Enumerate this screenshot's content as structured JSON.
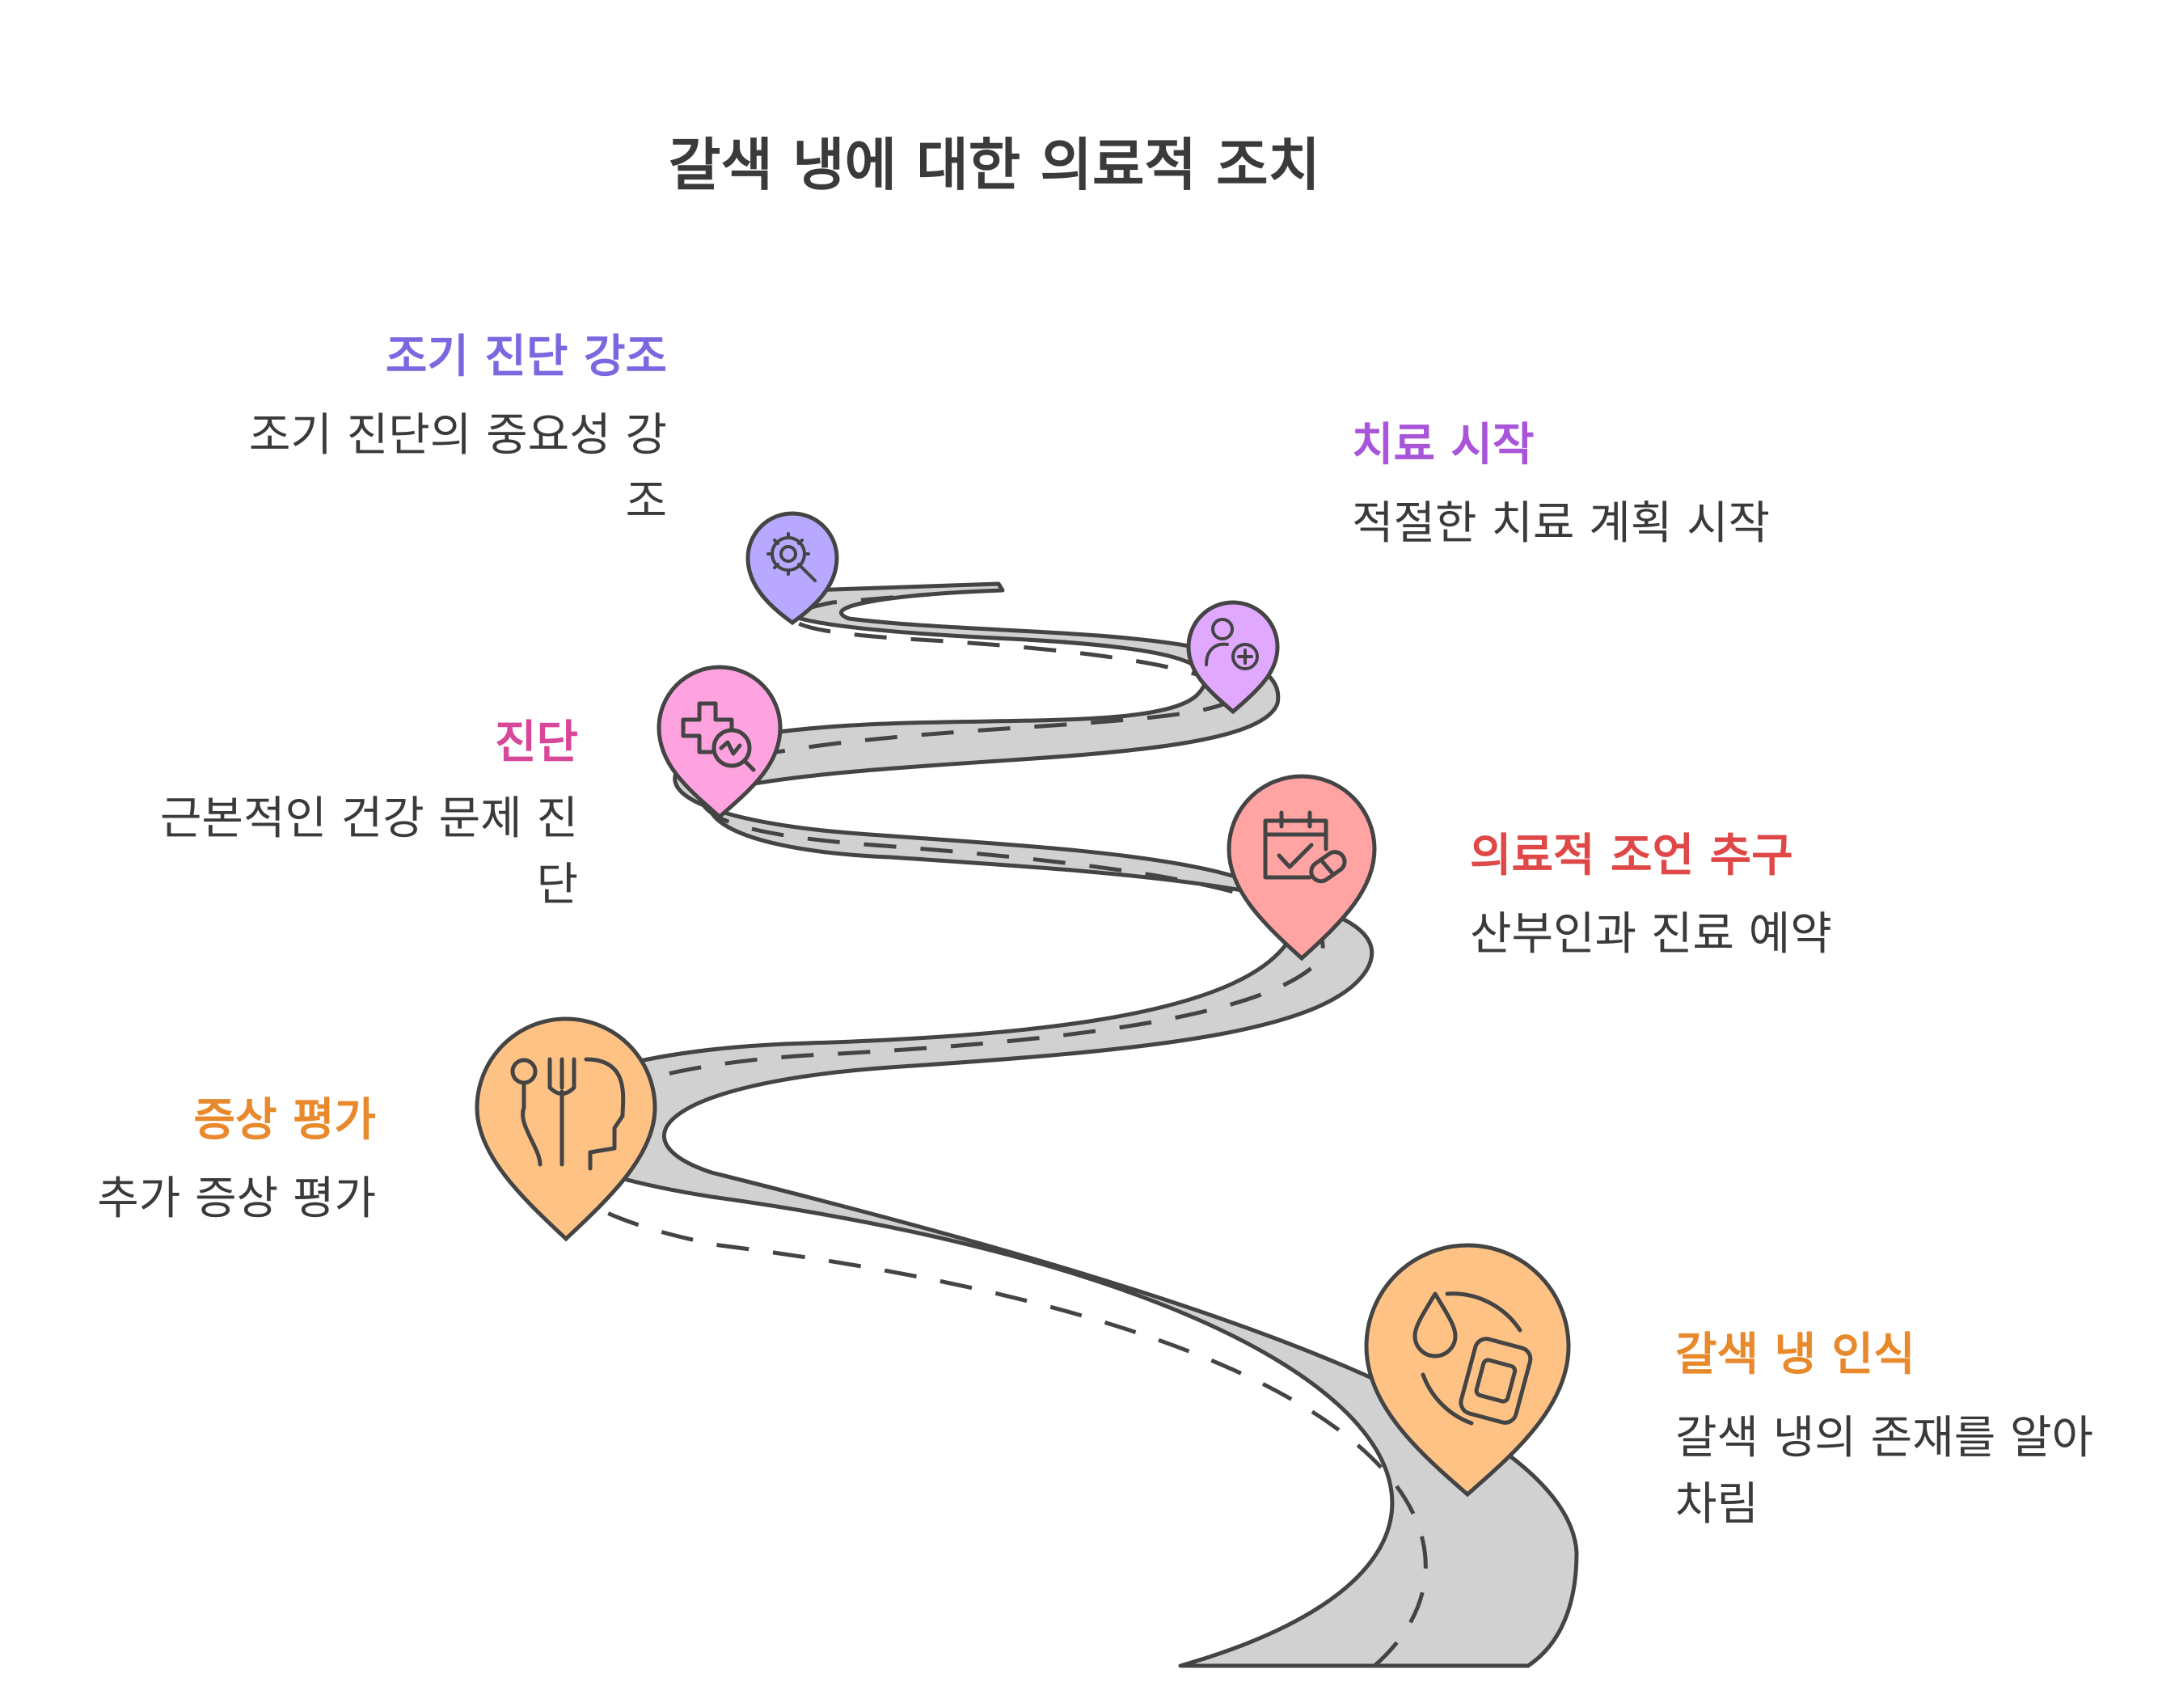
{
  "title": "갈색 냉에 대한 의료적 조치",
  "steps": [
    {
      "title": "갈색 냉 인식",
      "desc": "갈색 냉의 존재를 알아 차림",
      "color": "#E8892C",
      "fill": "#FFC285",
      "icon": "drop-pad-icon"
    },
    {
      "title": "증상 평가",
      "desc": "추가 증상 평가",
      "color": "#E8892C",
      "fill": "#FFC285",
      "icon": "head-utensils-icon"
    },
    {
      "title": "의료적 조언 추구",
      "desc": "산부인과 진료 예약",
      "color": "#E04848",
      "fill": "#FFA3A3",
      "icon": "calendar-pill-icon"
    },
    {
      "title": "진단",
      "desc": "근본적인 건강 문제 진단",
      "color": "#D9479A",
      "fill": "#FFA3E0",
      "icon": "medical-search-icon"
    },
    {
      "title": "치료 시작",
      "desc": "적절한 치료 계획 시작",
      "color": "#A855D9",
      "fill": "#E0A8FF",
      "icon": "doctor-icon"
    },
    {
      "title": "조기 진단 강조",
      "desc": "조기 진단의 중요성 강조",
      "color": "#7B68E0",
      "fill": "#B8A8FF",
      "icon": "virus-search-icon"
    }
  ]
}
